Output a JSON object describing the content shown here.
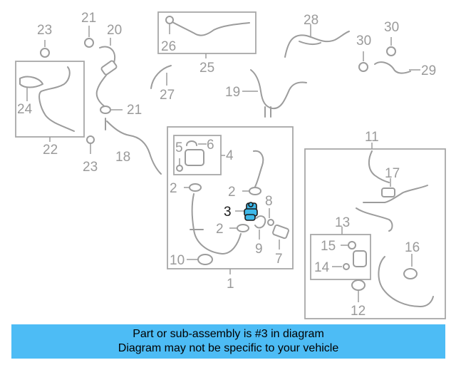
{
  "callouts": {
    "c1": "1",
    "c2a": "2",
    "c2b": "2",
    "c2c": "2",
    "c3": "3",
    "c4": "4",
    "c5": "5",
    "c6": "6",
    "c7": "7",
    "c8": "8",
    "c9": "9",
    "c10": "10",
    "c11": "11",
    "c12": "12",
    "c13": "13",
    "c14": "14",
    "c15": "15",
    "c16": "16",
    "c17": "17",
    "c18": "18",
    "c19": "19",
    "c20": "20",
    "c21a": "21",
    "c21b": "21",
    "c22": "22",
    "c23a": "23",
    "c23b": "23",
    "c24": "24",
    "c25": "25",
    "c26": "26",
    "c27": "27",
    "c28": "28",
    "c29": "29",
    "c30a": "30",
    "c30b": "30"
  },
  "highlighted_part": "3",
  "banner": {
    "line1": "Part or sub-assembly is #3 in diagram",
    "line2": "Diagram may not be specific to your vehicle"
  },
  "colors": {
    "highlight": "#3fb8e8",
    "banner": "#4dbcf5",
    "line": "#9c9c9c"
  }
}
